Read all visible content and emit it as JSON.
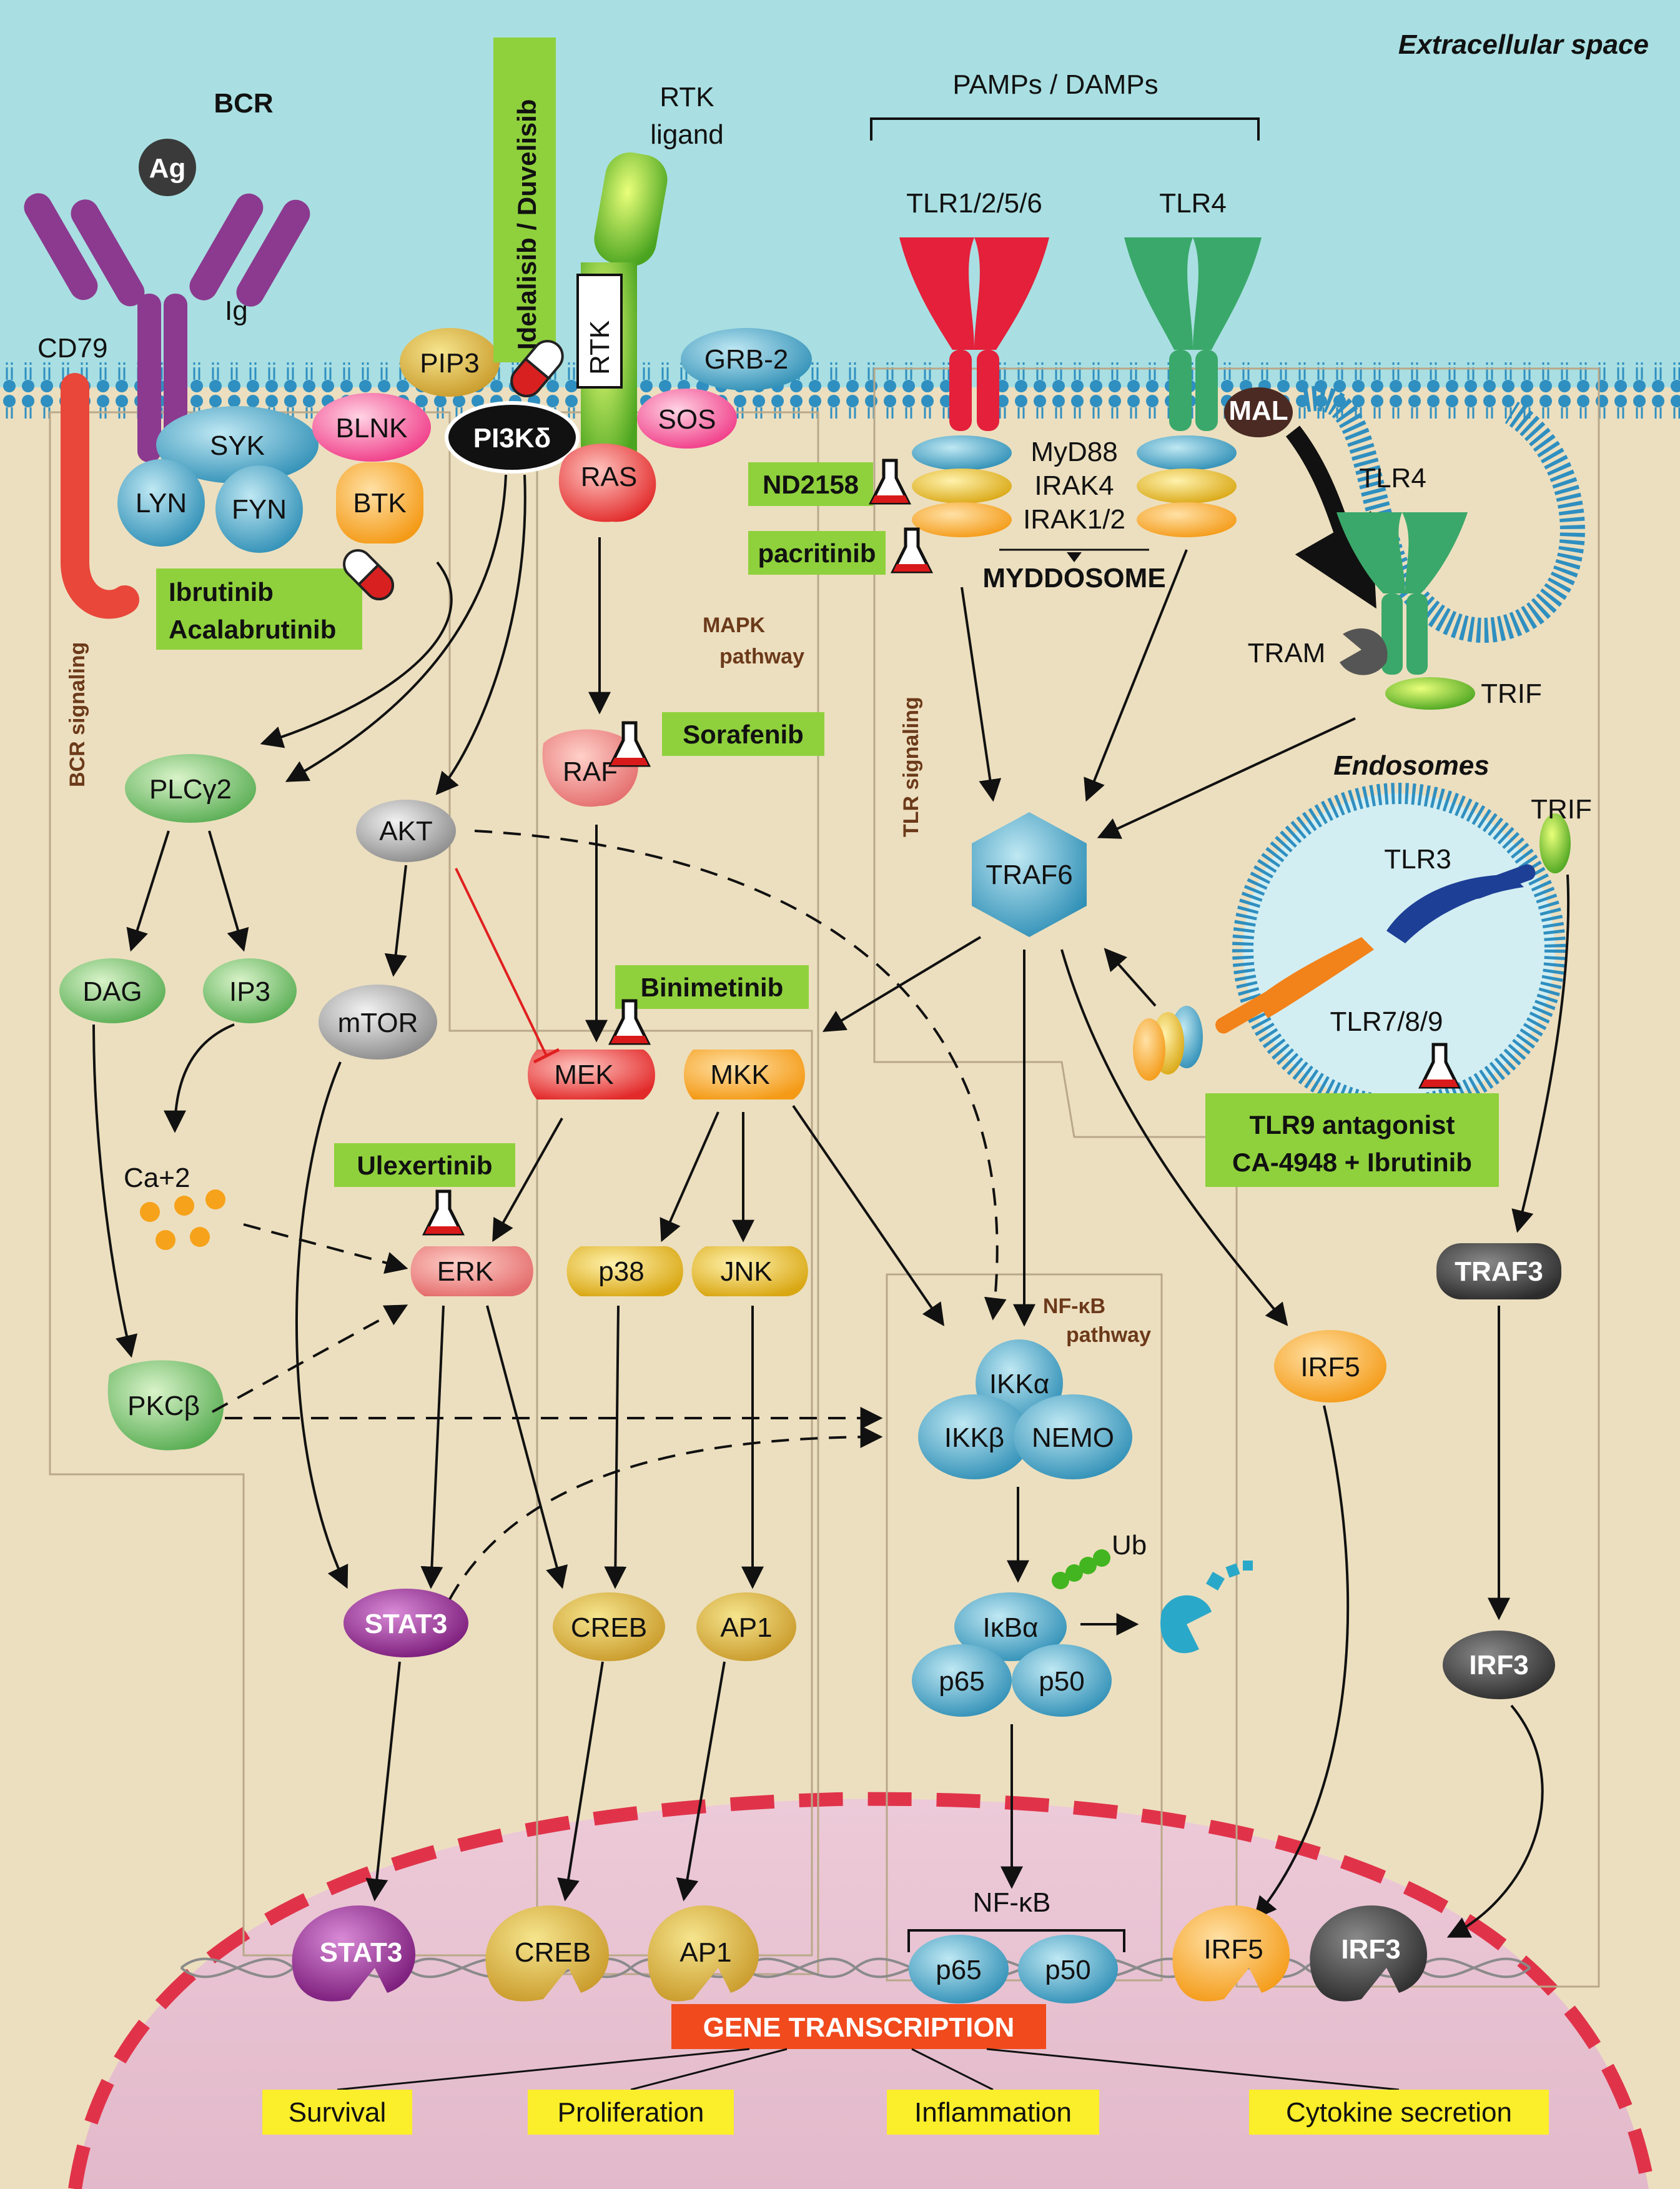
{
  "header": {
    "space": "Extracellular space"
  },
  "receptors": {
    "bcr": "BCR",
    "ag": "Ag",
    "ig": "Ig",
    "cd79": "CD79",
    "rtk_ligand_1": "RTK",
    "rtk_ligand_2": "ligand",
    "rtk": "RTK",
    "pamps": "PAMPs / DAMPs",
    "tlr1256": "TLR1/2/5/6",
    "tlr4_surface": "TLR4",
    "tlr4_endo": "TLR4",
    "tlr3": "TLR3",
    "tlr789": "TLR7/8/9"
  },
  "proteins": {
    "pip3": "PIP3",
    "syk": "SYK",
    "lyn": "LYN",
    "fyn": "FYN",
    "blnk": "BLNK",
    "btk": "BTK",
    "pi3k": "PI3Kδ",
    "grb2": "GRB-2",
    "sos": "SOS",
    "ras": "RAS",
    "raf": "RAF",
    "mek": "MEK",
    "mkk": "MKK",
    "erk": "ERK",
    "p38": "p38",
    "jnk": "JNK",
    "plcg2": "PLCγ2",
    "akt": "AKT",
    "mtor": "mTOR",
    "dag": "DAG",
    "ip3": "IP3",
    "ca": "Ca+2",
    "pkcb": "PKCβ",
    "myd88": "MyD88",
    "irak4": "IRAK4",
    "irak12": "IRAK1/2",
    "myddosome": "MYDDOSOME",
    "mal": "MAL",
    "tram": "TRAM",
    "trif_surface": "TRIF",
    "trif_endo": "TRIF",
    "traf6": "TRAF6",
    "traf3": "TRAF3",
    "irf5": "IRF5",
    "irf3": "IRF3",
    "ikka": "IKKα",
    "ikkb": "IKKβ",
    "nemo": "NEMO",
    "ub": "Ub",
    "ikba": "IκBα",
    "p65": "p65",
    "p50": "p50",
    "stat3": "STAT3",
    "creb": "CREB",
    "ap1": "AP1",
    "nfkb": "NF-κB"
  },
  "nucleus": {
    "stat3": "STAT3",
    "creb": "CREB",
    "ap1": "AP1",
    "p65": "p65",
    "p50": "p50",
    "irf5": "IRF5",
    "irf3": "IRF3",
    "gene_transcription": "GENE TRANSCRIPTION"
  },
  "pathways": {
    "bcr_signaling": "BCR signaling",
    "mapk_1": "MAPK",
    "mapk_2": "pathway",
    "tlr_signaling": "TLR signaling",
    "nfkb_1": "NF-κB",
    "nfkb_2": "pathway",
    "endosomes": "Endosomes"
  },
  "drugs": {
    "idelalisib": "Idelalisib / Duvelisib",
    "ibrutinib": "Ibrutinib",
    "acalabrutinib": "Acalabrutinib",
    "sorafenib": "Sorafenib",
    "binimetinib": "Binimetinib",
    "ulexertinib": "Ulexertinib",
    "nd2158": "ND2158",
    "pacritinib": "pacritinib",
    "tlr9_1": "TLR9 antagonist",
    "tlr9_2": "CA-4948 + Ibrutinib"
  },
  "outcomes": [
    "Survival",
    "Proliferation",
    "Inflammation",
    "Cytokine secretion"
  ],
  "colors": {
    "extracellular": "#a9dfe2",
    "cytoplasm": "#ecdfbf",
    "nucleus": "#e7c3d2",
    "drug_box": "#8fd13c",
    "outcome_box": "#fbee2a",
    "gene_box": "#f04a1d"
  }
}
